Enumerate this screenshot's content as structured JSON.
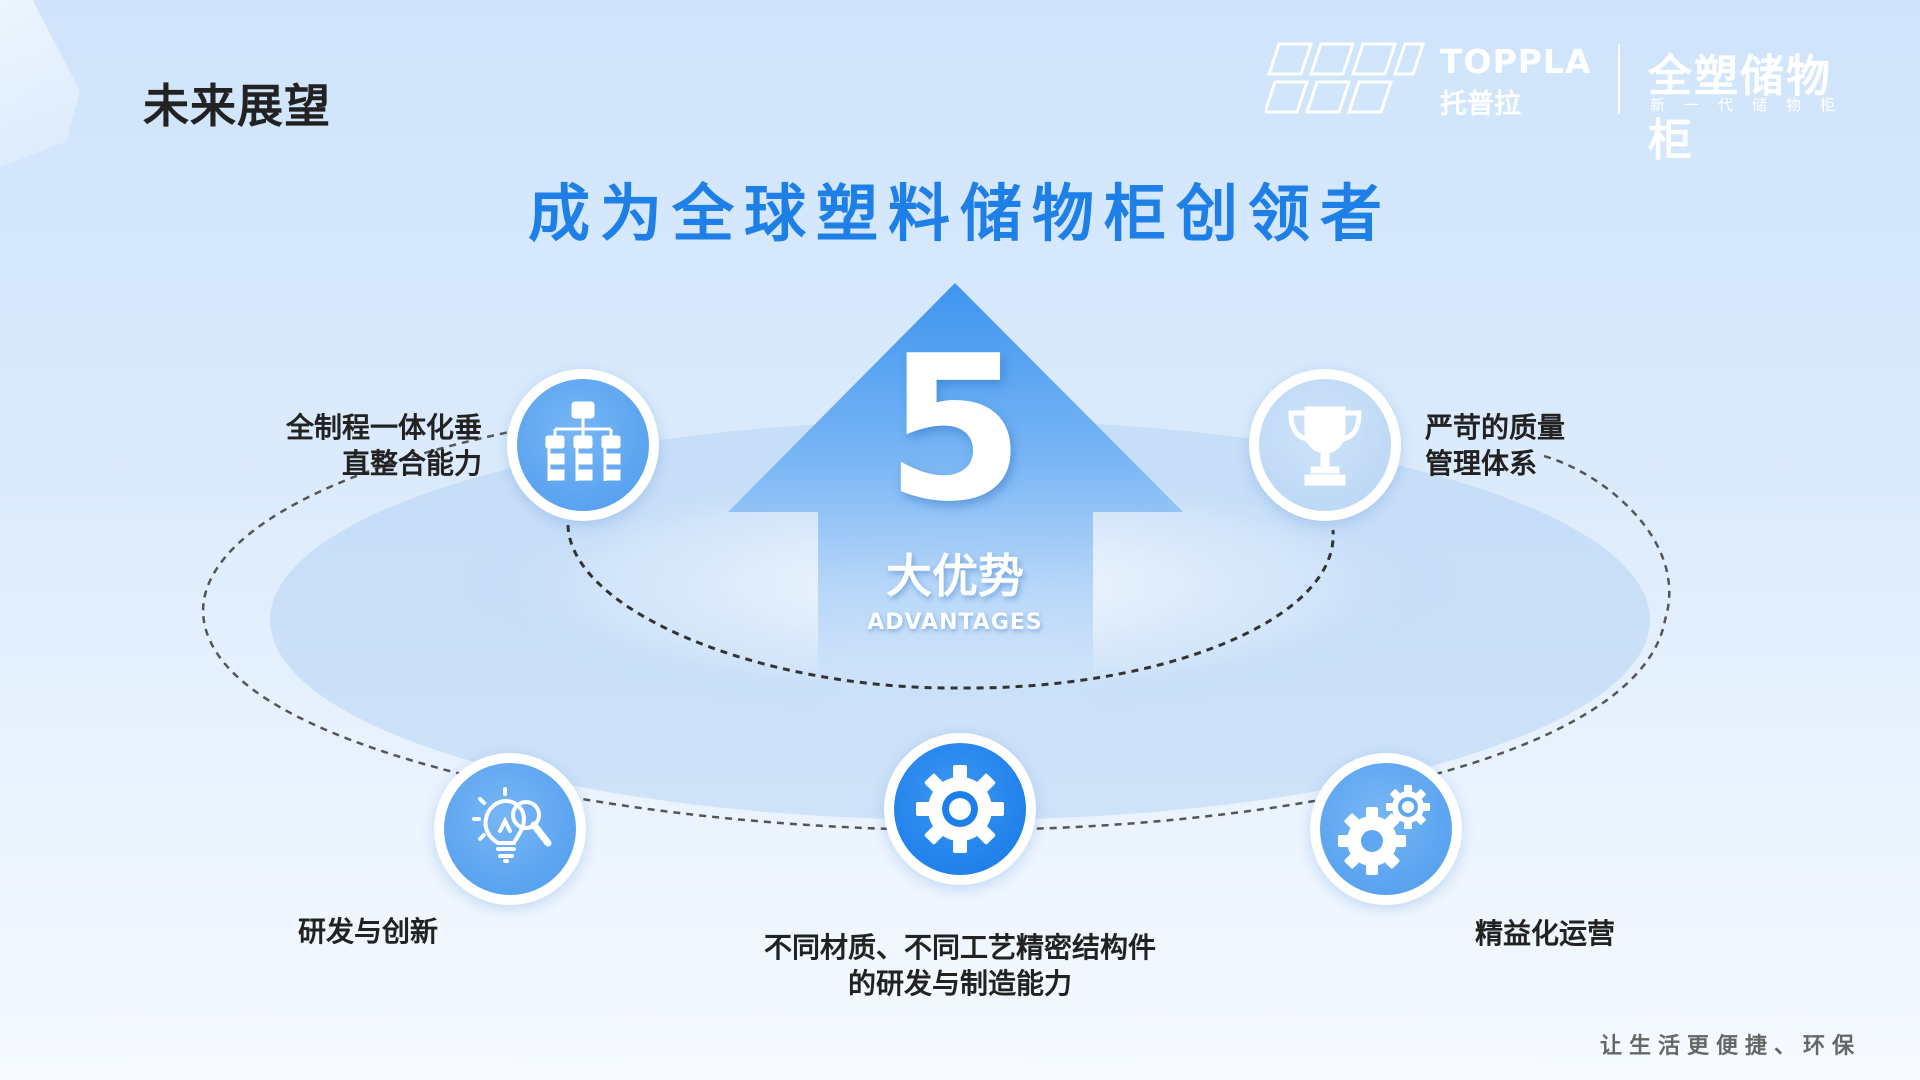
{
  "page": {
    "title": "未来展望",
    "headline": "成为全球塑料储物柜创领者",
    "footer_slogan": "让生活更便捷、环保"
  },
  "brand": {
    "name_en": "TOPPLA",
    "name_cn": "托普拉",
    "slogan_cn": "全塑储物柜",
    "slogan_sub": "新一代储物柜"
  },
  "center": {
    "number": "5",
    "label": "大优势",
    "sub": "ADVANTAGES"
  },
  "advantages": [
    {
      "id": "integration",
      "lines": [
        "全制程一体化垂",
        "直整合能力"
      ],
      "icon": "org-chart-icon"
    },
    {
      "id": "quality",
      "lines": [
        "严苛的质量",
        "管理体系"
      ],
      "icon": "trophy-icon"
    },
    {
      "id": "rnd",
      "lines": [
        "研发与创新"
      ],
      "icon": "lightbulb-magnifier-icon"
    },
    {
      "id": "precision",
      "lines": [
        "不同材质、不同工艺精密结构件",
        "的研发与制造能力"
      ],
      "icon": "gear-icon"
    },
    {
      "id": "lean",
      "lines": [
        "精益化运营"
      ],
      "icon": "gears-icon"
    }
  ],
  "colors": {
    "accent": "#1e7fe6",
    "node_light": "#5fa7f1",
    "node_dark": "#1c80ea",
    "text": "#222222"
  }
}
